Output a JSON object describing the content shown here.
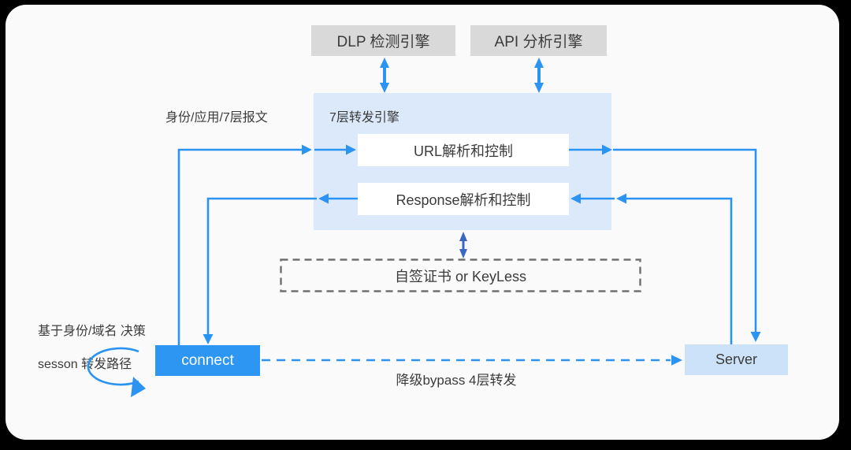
{
  "colors": {
    "canvas_bg": "#000000",
    "card_bg": "#fafafb",
    "ink": "#3b3b3b",
    "arrow_blue": "#2b93f1",
    "dark_arrow_blue": "#3a67c6",
    "engine_bg": "#dbe9fb",
    "gray_box_bg": "#d9d9d9",
    "connect_bg": "#2d96f3",
    "server_bg": "#cbe2f8",
    "dash_gray": "#6f6f6f"
  },
  "nodes": {
    "dlp": {
      "label": "DLP 检测引擎"
    },
    "api": {
      "label": "API 分析引擎"
    },
    "engine": {
      "title": "7层转发引擎"
    },
    "url_box": {
      "label": "URL解析和控制"
    },
    "response_box": {
      "label": "Response解析和控制"
    },
    "cert_box": {
      "label": "自签证书 or KeyLess"
    },
    "connect": {
      "label": "connect"
    },
    "server": {
      "label": "Server"
    }
  },
  "labels": {
    "input_label": "身份/应用/7层报文",
    "decision_line1": "基于身份/域名 决策",
    "decision_line2": "sesson 转发路径",
    "bypass_label": "降级bypass 4层转发"
  }
}
